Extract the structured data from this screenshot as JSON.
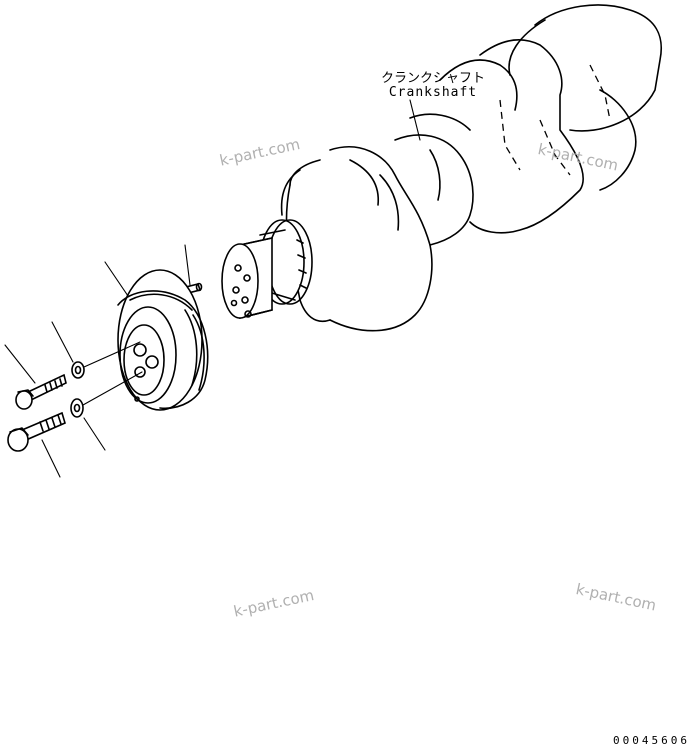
{
  "labels": {
    "crankshaft_ja": "クランクシャフト",
    "crankshaft_en": "Crankshaft"
  },
  "watermarks": [
    "k-part.com",
    "k-part.com",
    "k-part.com",
    "k-part.com"
  ],
  "document_number": "00045606"
}
